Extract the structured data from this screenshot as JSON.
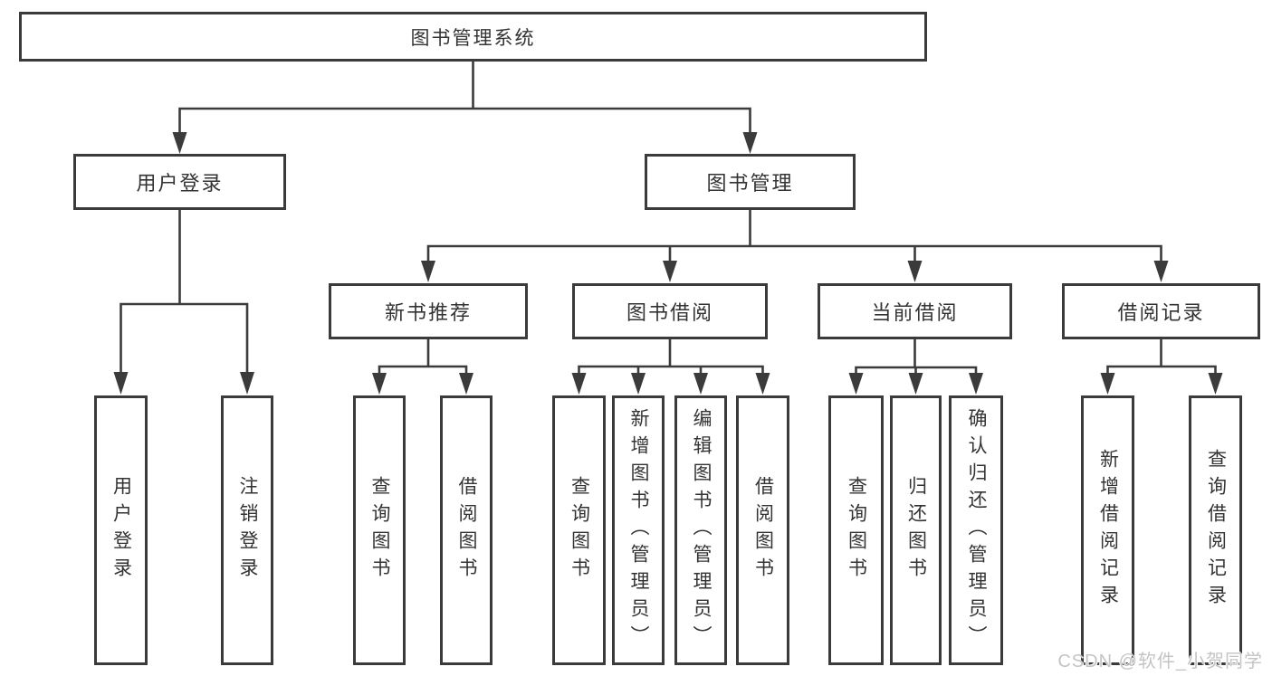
{
  "tree": {
    "root": {
      "label": "图书管理系统"
    },
    "user_login": {
      "label": "用户登录",
      "children": [
        {
          "label": "用户登录"
        },
        {
          "label": "注销登录"
        }
      ]
    },
    "book_management": {
      "label": "图书管理",
      "sections": [
        {
          "label": "新书推荐",
          "children": [
            {
              "label": "查询图书"
            },
            {
              "label": "借阅图书"
            }
          ]
        },
        {
          "label": "图书借阅",
          "children": [
            {
              "label": "查询图书"
            },
            {
              "label": "新增图书（管理员）"
            },
            {
              "label": "编辑图书（管理员）"
            },
            {
              "label": "借阅图书"
            }
          ]
        },
        {
          "label": "当前借阅",
          "children": [
            {
              "label": "查询图书"
            },
            {
              "label": "归还图书"
            },
            {
              "label": "确认归还（管理员）"
            }
          ]
        },
        {
          "label": "借阅记录",
          "children": [
            {
              "label": "新增借阅记录"
            },
            {
              "label": "查询借阅记录"
            }
          ]
        }
      ]
    }
  },
  "watermark": {
    "text": "CSDN @软件_小贺同学"
  },
  "colors": {
    "line": "#3b3b3b",
    "text": "#333333",
    "background": "#ffffff",
    "watermark": "#c4c4c4"
  }
}
